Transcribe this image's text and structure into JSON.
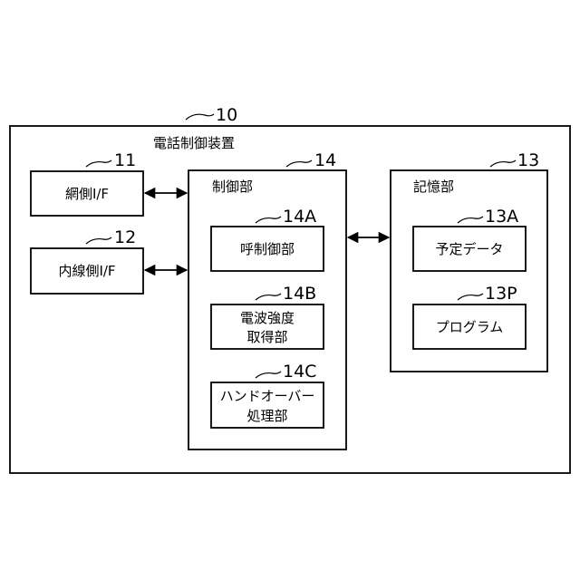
{
  "device": {
    "ref": "10",
    "label": "電話制御装置"
  },
  "network_if": {
    "ref": "11",
    "label": "網側I/F"
  },
  "internal_if": {
    "ref": "12",
    "label": "内線側I/F"
  },
  "control": {
    "ref": "14",
    "label": "制御部"
  },
  "call_control": {
    "ref": "14A",
    "label": "呼制御部"
  },
  "signal_acq": {
    "ref": "14B",
    "line1": "電波強度",
    "line2": "取得部"
  },
  "handover": {
    "ref": "14C",
    "line1": "ハンドオーバー",
    "line2": "処理部"
  },
  "storage": {
    "ref": "13",
    "label": "記憶部"
  },
  "schedule_data": {
    "ref": "13A",
    "label": "予定データ"
  },
  "program": {
    "ref": "13P",
    "label": "プログラム"
  }
}
